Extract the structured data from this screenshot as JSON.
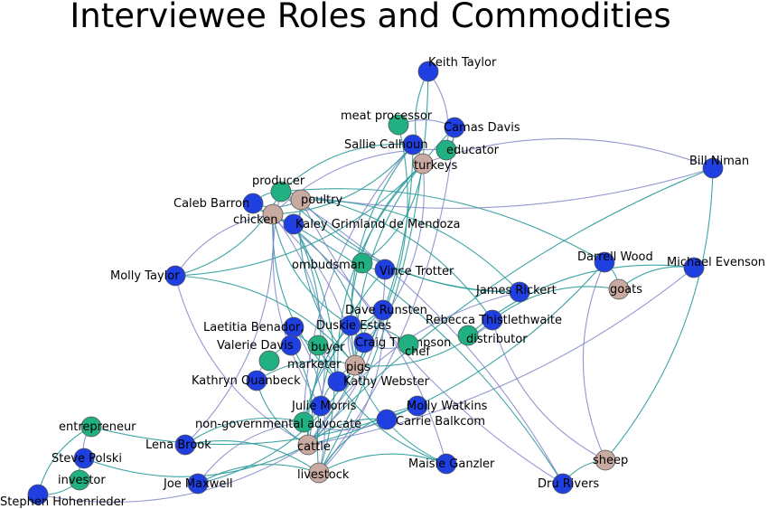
{
  "title": "Interviewee Roles and Commodities",
  "colors": {
    "person": "#1f3fe0",
    "role": "#21b082",
    "commodity": "#c9aaa0",
    "edge_teal": "#2a9a9a",
    "edge_blue": "#7f86c8"
  },
  "nodes": [
    {
      "id": "keith",
      "label": "Keith Taylor",
      "kind": "person"
    },
    {
      "id": "camas",
      "label": "Camas Davis",
      "kind": "person"
    },
    {
      "id": "meatproc",
      "label": "meat processor",
      "kind": "role"
    },
    {
      "id": "sallie",
      "label": "Sallie Calhoun",
      "kind": "person"
    },
    {
      "id": "educator",
      "label": "educator",
      "kind": "role"
    },
    {
      "id": "turkeys",
      "label": "turkeys",
      "kind": "commodity"
    },
    {
      "id": "niman",
      "label": "Bill Niman",
      "kind": "person"
    },
    {
      "id": "producer",
      "label": "producer",
      "kind": "role"
    },
    {
      "id": "poultry",
      "label": "poultry",
      "kind": "commodity"
    },
    {
      "id": "caleb",
      "label": "Caleb Barron",
      "kind": "person"
    },
    {
      "id": "chicken",
      "label": "chicken",
      "kind": "commodity"
    },
    {
      "id": "kaley",
      "label": "Kaley Grimland de Mendoza",
      "kind": "person"
    },
    {
      "id": "mollyt",
      "label": "Molly Taylor",
      "kind": "person"
    },
    {
      "id": "ombudsman",
      "label": "ombudsman",
      "kind": "role"
    },
    {
      "id": "vince",
      "label": "Vince Trotter",
      "kind": "person"
    },
    {
      "id": "darrell",
      "label": "Darrell Wood",
      "kind": "person"
    },
    {
      "id": "evenson",
      "label": "Michael Evenson",
      "kind": "person"
    },
    {
      "id": "goats",
      "label": "goats",
      "kind": "commodity"
    },
    {
      "id": "james",
      "label": "James Rickert",
      "kind": "person"
    },
    {
      "id": "dave",
      "label": "Dave Runsten",
      "kind": "person"
    },
    {
      "id": "duskie",
      "label": "Duskie Estes",
      "kind": "person"
    },
    {
      "id": "rebecca",
      "label": "Rebecca Thistlethwaite",
      "kind": "person"
    },
    {
      "id": "distributor",
      "label": "distributor",
      "kind": "role"
    },
    {
      "id": "laetitia",
      "label": "Laetitia Benador,",
      "kind": "person"
    },
    {
      "id": "valerie",
      "label": "Valerie Davis",
      "kind": "person"
    },
    {
      "id": "buyer",
      "label": "buyer",
      "kind": "role"
    },
    {
      "id": "craig",
      "label": "Craig Thompson",
      "kind": "person"
    },
    {
      "id": "chef",
      "label": "chef",
      "kind": "role"
    },
    {
      "id": "marketer",
      "label": "marketer",
      "kind": "role"
    },
    {
      "id": "pigs",
      "label": "pigs",
      "kind": "commodity"
    },
    {
      "id": "kathryn",
      "label": "Kathryn Quanbeck",
      "kind": "person"
    },
    {
      "id": "kathy",
      "label": "Kathy Webster",
      "kind": "person"
    },
    {
      "id": "julie",
      "label": "Julie Morris",
      "kind": "person"
    },
    {
      "id": "mollyw",
      "label": "Molly Watkins",
      "kind": "person"
    },
    {
      "id": "ngo",
      "label": "non-governmental advocate",
      "kind": "role"
    },
    {
      "id": "carrie",
      "label": "Carrie Balkcom",
      "kind": "person"
    },
    {
      "id": "entrepreneur",
      "label": "entrepreneur",
      "kind": "role"
    },
    {
      "id": "lena",
      "label": "Lena Brook",
      "kind": "person"
    },
    {
      "id": "cattle",
      "label": "cattle",
      "kind": "commodity"
    },
    {
      "id": "steve",
      "label": "Steve Polski",
      "kind": "person"
    },
    {
      "id": "investor",
      "label": "investor",
      "kind": "role"
    },
    {
      "id": "livestock",
      "label": "livestock",
      "kind": "commodity"
    },
    {
      "id": "maisie",
      "label": "Maisie Ganzler",
      "kind": "person"
    },
    {
      "id": "sheep",
      "label": "sheep",
      "kind": "commodity"
    },
    {
      "id": "joe",
      "label": "Joe Maxwell",
      "kind": "person"
    },
    {
      "id": "dru",
      "label": "Dru Rivers",
      "kind": "person"
    },
    {
      "id": "stephen",
      "label": "Stephen Hohenrieder",
      "kind": "person"
    }
  ],
  "edges": [
    [
      "keith",
      "educator"
    ],
    [
      "keith",
      "turkeys"
    ],
    [
      "keith",
      "livestock"
    ],
    [
      "camas",
      "meatproc"
    ],
    [
      "camas",
      "educator"
    ],
    [
      "camas",
      "pigs"
    ],
    [
      "camas",
      "livestock"
    ],
    [
      "sallie",
      "producer"
    ],
    [
      "sallie",
      "cattle"
    ],
    [
      "sallie",
      "ngo"
    ],
    [
      "sallie",
      "chicken"
    ],
    [
      "sallie",
      "pigs"
    ],
    [
      "niman",
      "producer"
    ],
    [
      "niman",
      "cattle"
    ],
    [
      "niman",
      "sheep"
    ],
    [
      "niman",
      "turkeys"
    ],
    [
      "caleb",
      "producer"
    ],
    [
      "caleb",
      "chicken"
    ],
    [
      "caleb",
      "pigs"
    ],
    [
      "caleb",
      "poultry"
    ],
    [
      "kaley",
      "ngo"
    ],
    [
      "kaley",
      "poultry"
    ],
    [
      "kaley",
      "livestock"
    ],
    [
      "mollyt",
      "producer"
    ],
    [
      "mollyt",
      "chicken"
    ],
    [
      "mollyt",
      "turkeys"
    ],
    [
      "mollyt",
      "pigs"
    ],
    [
      "mollyt",
      "cattle"
    ],
    [
      "vince",
      "ombudsman"
    ],
    [
      "vince",
      "livestock"
    ],
    [
      "vince",
      "cattle"
    ],
    [
      "darrell",
      "producer"
    ],
    [
      "darrell",
      "cattle"
    ],
    [
      "darrell",
      "sheep"
    ],
    [
      "darrell",
      "goats"
    ],
    [
      "evenson",
      "distributor"
    ],
    [
      "evenson",
      "cattle"
    ],
    [
      "evenson",
      "goats"
    ],
    [
      "james",
      "producer"
    ],
    [
      "james",
      "cattle"
    ],
    [
      "james",
      "poultry"
    ],
    [
      "dave",
      "ngo"
    ],
    [
      "dave",
      "livestock"
    ],
    [
      "dave",
      "pigs"
    ],
    [
      "duskie",
      "chef"
    ],
    [
      "duskie",
      "pigs"
    ],
    [
      "duskie",
      "chicken"
    ],
    [
      "duskie",
      "cattle"
    ],
    [
      "rebecca",
      "distributor"
    ],
    [
      "rebecca",
      "producer"
    ],
    [
      "rebecca",
      "pigs"
    ],
    [
      "rebecca",
      "sheep"
    ],
    [
      "rebecca",
      "goats"
    ],
    [
      "laetitia",
      "buyer"
    ],
    [
      "laetitia",
      "livestock"
    ],
    [
      "valerie",
      "marketer"
    ],
    [
      "valerie",
      "cattle"
    ],
    [
      "craig",
      "chef"
    ],
    [
      "craig",
      "pigs"
    ],
    [
      "craig",
      "chicken"
    ],
    [
      "kathryn",
      "marketer"
    ],
    [
      "kathryn",
      "cattle"
    ],
    [
      "kathryn",
      "pigs"
    ],
    [
      "kathy",
      "buyer"
    ],
    [
      "kathy",
      "chicken"
    ],
    [
      "kathy",
      "pigs"
    ],
    [
      "julie",
      "producer"
    ],
    [
      "julie",
      "cattle"
    ],
    [
      "julie",
      "pigs"
    ],
    [
      "julie",
      "chicken"
    ],
    [
      "mollyw",
      "entrepreneur"
    ],
    [
      "mollyw",
      "livestock"
    ],
    [
      "carrie",
      "ngo"
    ],
    [
      "carrie",
      "cattle"
    ],
    [
      "lena",
      "ngo"
    ],
    [
      "lena",
      "chicken"
    ],
    [
      "lena",
      "livestock"
    ],
    [
      "steve",
      "investor"
    ],
    [
      "steve",
      "entrepreneur"
    ],
    [
      "steve",
      "cattle"
    ],
    [
      "maisie",
      "buyer"
    ],
    [
      "maisie",
      "chicken"
    ],
    [
      "maisie",
      "pigs"
    ],
    [
      "maisie",
      "livestock"
    ],
    [
      "joe",
      "ngo"
    ],
    [
      "joe",
      "pigs"
    ],
    [
      "joe",
      "livestock"
    ],
    [
      "dru",
      "producer"
    ],
    [
      "dru",
      "sheep"
    ],
    [
      "dru",
      "chicken"
    ],
    [
      "dru",
      "poultry"
    ],
    [
      "stephen",
      "investor"
    ],
    [
      "stephen",
      "entrepreneur"
    ],
    [
      "stephen",
      "cattle"
    ],
    [
      "turkeys",
      "ombudsman"
    ],
    [
      "turkeys",
      "kathy"
    ],
    [
      "turkeys",
      "craig"
    ],
    [
      "turkeys",
      "duskie"
    ],
    [
      "meatproc",
      "pigs"
    ],
    [
      "educator",
      "chicken"
    ],
    [
      "poultry",
      "james"
    ],
    [
      "poultry",
      "pigs"
    ]
  ]
}
